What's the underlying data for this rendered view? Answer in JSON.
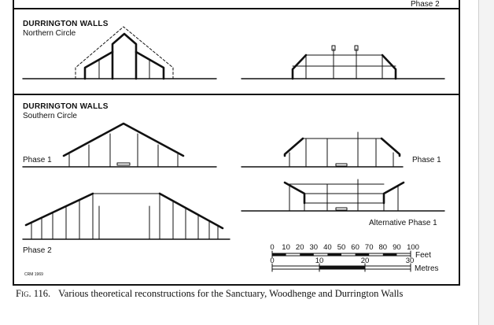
{
  "top_phase_label": "Phase 2",
  "northern": {
    "title": "DURRINGTON WALLS",
    "subtitle": "Northern Circle"
  },
  "southern": {
    "title": "DURRINGTON WALLS",
    "subtitle": "Southern Circle",
    "phase1_left": "Phase 1",
    "phase1_right": "Phase 1",
    "phase2": "Phase 2",
    "alt_phase": "Alternative Phase 1",
    "credit": "CRM 1969"
  },
  "scale_bar": {
    "feet_ticks": [
      "0",
      "10",
      "20",
      "30",
      "40",
      "50",
      "60",
      "70",
      "80",
      "90",
      "100"
    ],
    "feet_unit": "Feet",
    "metre_ticks": [
      "0",
      "10",
      "20",
      "30"
    ],
    "metre_unit": "Metres"
  },
  "caption": {
    "label": "Fig. 116.",
    "text": "Various theoretical reconstructions for the Sanctuary, Woodhenge and Durrington Walls"
  }
}
